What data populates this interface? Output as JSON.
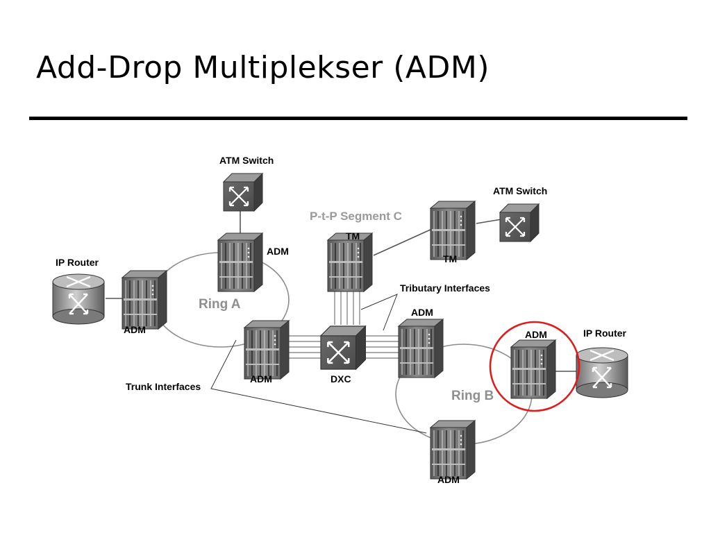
{
  "slide": {
    "title": "Add-Drop Multiplekser (ADM)"
  },
  "diagram": {
    "rings": [
      {
        "id": "ring-a",
        "label": "Ring A"
      },
      {
        "id": "ring-b",
        "label": "Ring B"
      }
    ],
    "segment_label": "P-t-P Segment C",
    "annotations": {
      "tributary": "Tributary Interfaces",
      "trunk": "Trunk Interfaces"
    },
    "nodes": [
      {
        "id": "atm-switch-top",
        "type": "atm-switch",
        "label": "ATM Switch"
      },
      {
        "id": "adm-top",
        "type": "adm",
        "label": "ADM"
      },
      {
        "id": "ip-router-left",
        "type": "router",
        "label": "IP Router"
      },
      {
        "id": "adm-left",
        "type": "adm",
        "label": "ADM"
      },
      {
        "id": "adm-center",
        "type": "adm",
        "label": "ADM"
      },
      {
        "id": "dxc",
        "type": "dxc",
        "label": "DXC"
      },
      {
        "id": "tm-left",
        "type": "tm",
        "label": "TM"
      },
      {
        "id": "tm-right",
        "type": "tm",
        "label": "TM"
      },
      {
        "id": "atm-switch-right",
        "type": "atm-switch",
        "label": "ATM Switch"
      },
      {
        "id": "adm-ringb-top",
        "type": "adm",
        "label": "ADM"
      },
      {
        "id": "adm-highlighted",
        "type": "adm",
        "label": "ADM",
        "highlighted": true
      },
      {
        "id": "ip-router-right",
        "type": "router",
        "label": "IP Router"
      },
      {
        "id": "adm-bottom",
        "type": "adm",
        "label": "ADM"
      }
    ],
    "highlight_color": "#e01b1b"
  }
}
